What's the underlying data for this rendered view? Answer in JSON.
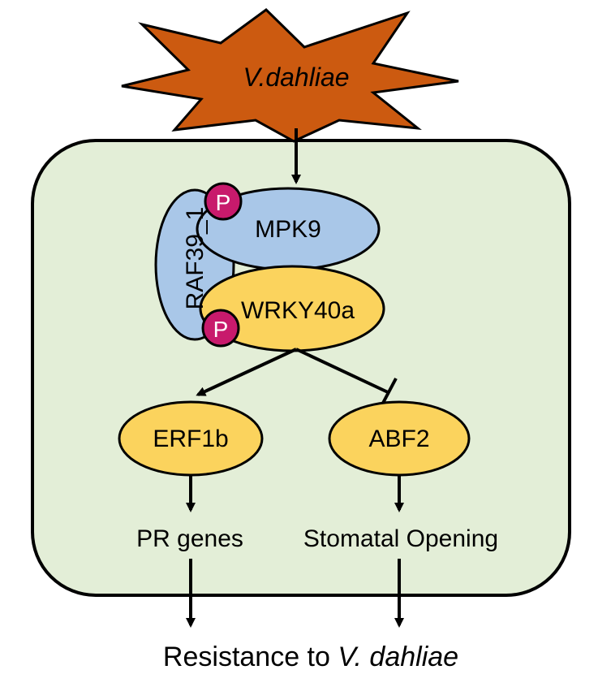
{
  "pathogen": {
    "label": "V.dahliae",
    "fill": "#cc5a10"
  },
  "cell": {
    "fill": "#e3eed7",
    "stroke": "#000000"
  },
  "proteins": {
    "raf": {
      "label": "RAF39_1",
      "fill": "#a9c7e8"
    },
    "mpk": {
      "label": "MPK9",
      "fill": "#a9c7e8"
    },
    "wrky": {
      "label": "WRKY40a",
      "fill": "#fbd35d"
    },
    "erf": {
      "label": "ERF1b",
      "fill": "#fbd35d"
    },
    "abf": {
      "label": "ABF2",
      "fill": "#fbd35d"
    }
  },
  "phospho": {
    "label": "P",
    "fill": "#c81a6c"
  },
  "outputs": {
    "pr_genes": "PR genes",
    "stomatal": "Stomatal Opening"
  },
  "result": {
    "prefix": "Resistance to ",
    "species": "V. dahliae"
  },
  "edges": [
    {
      "from": "pathogen",
      "to": "mpk",
      "type": "activation"
    },
    {
      "from": "wrky",
      "to": "erf",
      "type": "activation"
    },
    {
      "from": "wrky",
      "to": "abf",
      "type": "inhibition"
    },
    {
      "from": "erf",
      "to": "pr_genes",
      "type": "activation"
    },
    {
      "from": "abf",
      "to": "stomatal",
      "type": "activation"
    },
    {
      "from": "pr_genes",
      "to": "result",
      "type": "activation"
    },
    {
      "from": "stomatal",
      "to": "result",
      "type": "activation"
    }
  ]
}
